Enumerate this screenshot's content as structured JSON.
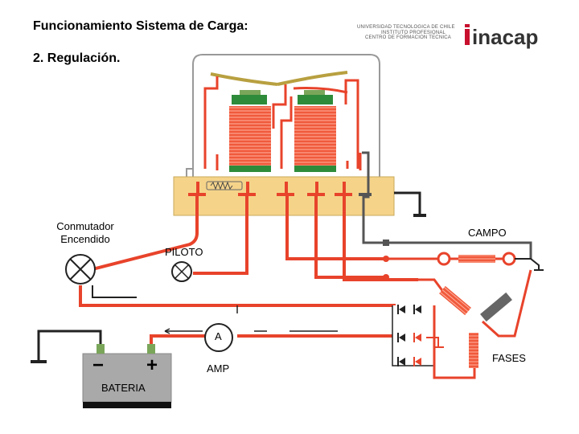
{
  "header": {
    "title": "Funcionamiento Sistema de Carga:",
    "subtitle": "2. Regulación."
  },
  "logo": {
    "line1": "UNIVERSIDAD TECNOLOGICA DE CHILE",
    "line2": "INSTITUTO PROFESIONAL",
    "line3": "CENTRO DE FORMACION TECNICA",
    "brand": "inacap",
    "brand_color": "#c8102e"
  },
  "labels": {
    "switch": "Conmutador\nEncendido",
    "pilot": "PILOTO",
    "field": "CAMPO",
    "ammeter": "A",
    "amp": "AMP",
    "phases": "FASES",
    "battery": "BATERIA",
    "battery_minus": "−",
    "battery_plus": "+"
  },
  "colors": {
    "wire_red": "#e8432b",
    "housing": "#f5d48a",
    "coil": "#f05a3c",
    "core_green": "#2e8b3a",
    "battery_gray": "#a9a9a9"
  }
}
